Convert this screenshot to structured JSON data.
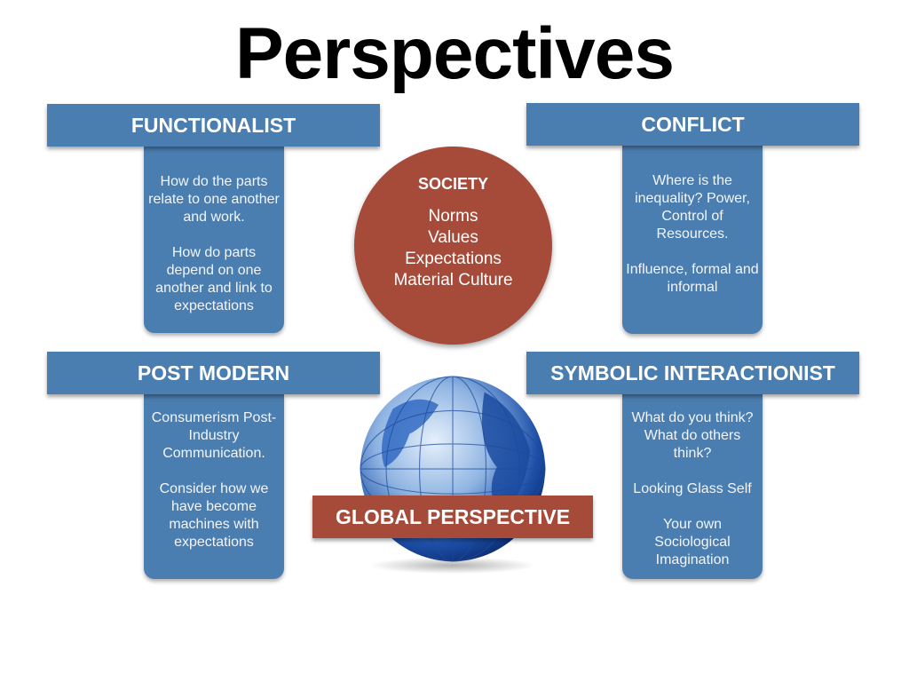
{
  "title": "Perspectives",
  "colors": {
    "panel_blue": "#4a7db0",
    "accent_red": "#a64b3a"
  },
  "functionalist": {
    "heading": "FUNCTIONALIST",
    "paragraphs": [
      "How do the parts relate to one another and work.",
      "How do parts depend on one another and link to expectations"
    ]
  },
  "conflict": {
    "heading": "CONFLICT",
    "paragraphs": [
      "Where is the inequality? Power, Control of Resources.",
      "Influence, formal and informal"
    ]
  },
  "post_modern": {
    "heading": "POST MODERN",
    "paragraphs": [
      "Consumerism Post-Industry Communication.",
      "Consider how we have become machines with expectations"
    ]
  },
  "symbolic": {
    "heading": "SYMBOLIC INTERACTIONIST",
    "paragraphs": [
      "What do you think? What do others think?",
      "Looking Glass Self",
      "Your own Sociological Imagination"
    ]
  },
  "society": {
    "heading": "SOCIETY",
    "items": [
      "Norms",
      "Values",
      "Expectations",
      "Material Culture"
    ]
  },
  "global": {
    "label": "GLOBAL PERSPECTIVE",
    "icon": "globe-icon"
  }
}
